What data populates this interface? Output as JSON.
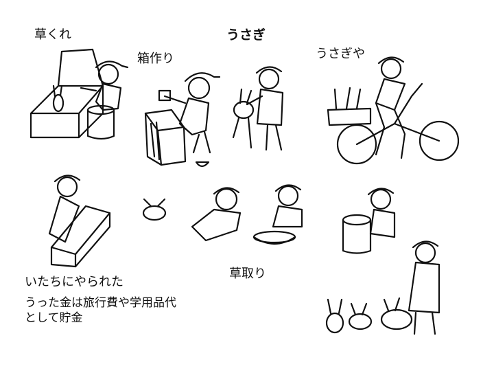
{
  "labels": {
    "kusakure": "草くれ",
    "usagi": "うさぎ",
    "hakozukuri": "箱作り",
    "usagiya": "うさぎや",
    "kusatori": "草取り",
    "itachi": "いたちにやられた"
  },
  "note": {
    "line1": "うった金は旅行費や学用品代",
    "line2": "として貯金"
  }
}
